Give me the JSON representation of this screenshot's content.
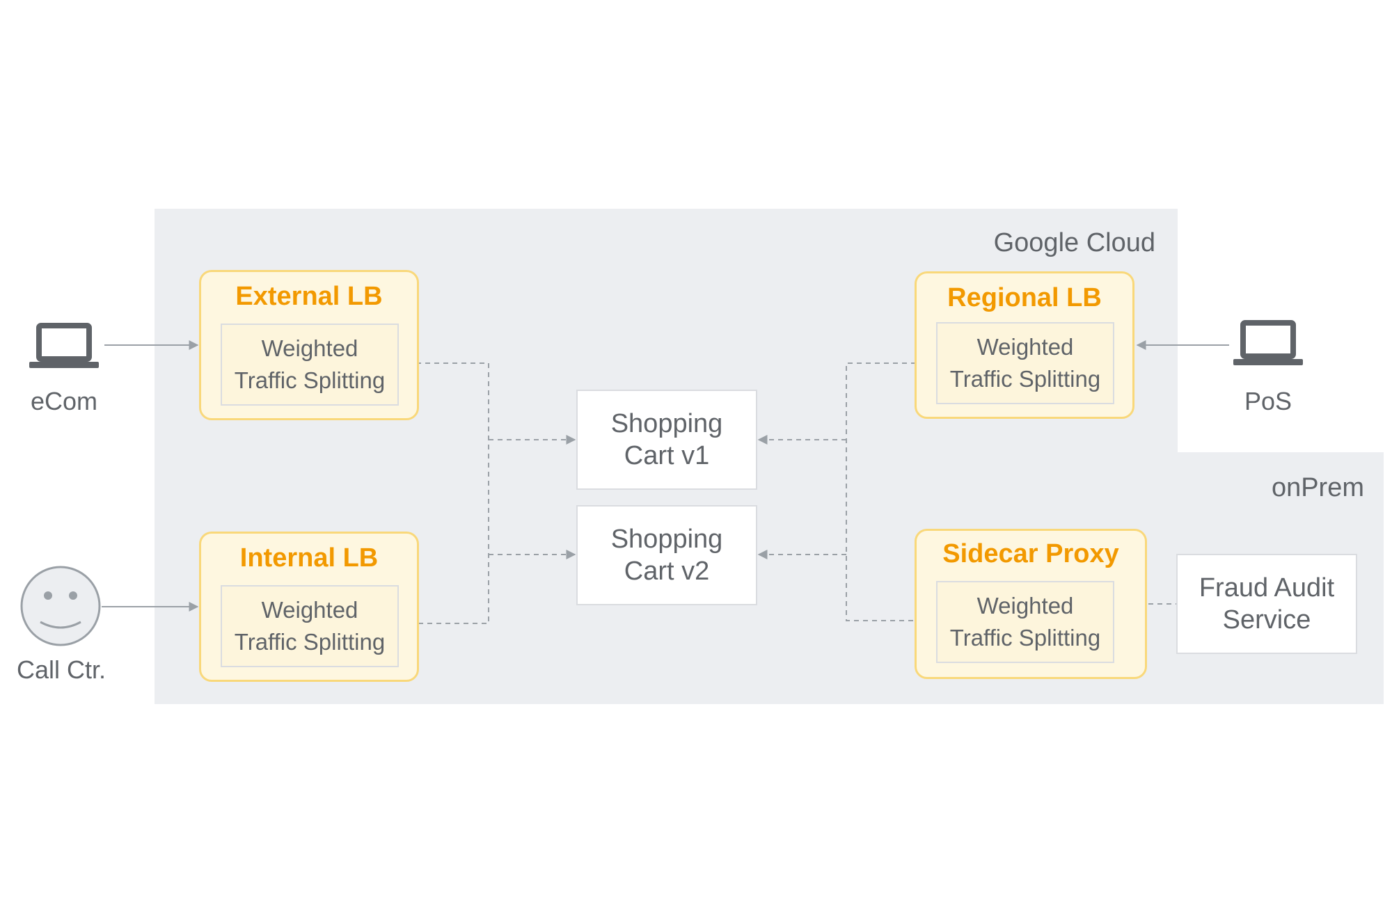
{
  "regions": {
    "google_cloud": "Google Cloud",
    "on_prem": "onPrem"
  },
  "clients": {
    "ecom": {
      "label": "eCom",
      "icon": "laptop-icon"
    },
    "call_center": {
      "label": "Call Ctr.",
      "icon": "smiley-face-icon"
    },
    "pos": {
      "label": "PoS",
      "icon": "laptop-icon"
    }
  },
  "load_balancers": {
    "external": {
      "title": "External LB",
      "inner_line1": "Weighted",
      "inner_line2": "Traffic Splitting"
    },
    "internal": {
      "title": "Internal LB",
      "inner_line1": "Weighted",
      "inner_line2": "Traffic Splitting"
    },
    "regional": {
      "title": "Regional LB",
      "inner_line1": "Weighted",
      "inner_line2": "Traffic Splitting"
    },
    "sidecar": {
      "title": "Sidecar Proxy",
      "inner_line1": "Weighted",
      "inner_line2": "Traffic Splitting"
    }
  },
  "services": {
    "cart_v1": {
      "line1": "Shopping",
      "line2": "Cart v1"
    },
    "cart_v2": {
      "line1": "Shopping",
      "line2": "Cart v2"
    },
    "fraud": {
      "line1": "Fraud Audit",
      "line2": "Service"
    }
  },
  "colors": {
    "accent_orange": "#f29900",
    "lb_border": "#f9d87a",
    "lb_fill": "#fef7e0",
    "region_fill": "#eceef1",
    "text_gray": "#5f6368",
    "connector_gray": "#9aa0a6"
  }
}
